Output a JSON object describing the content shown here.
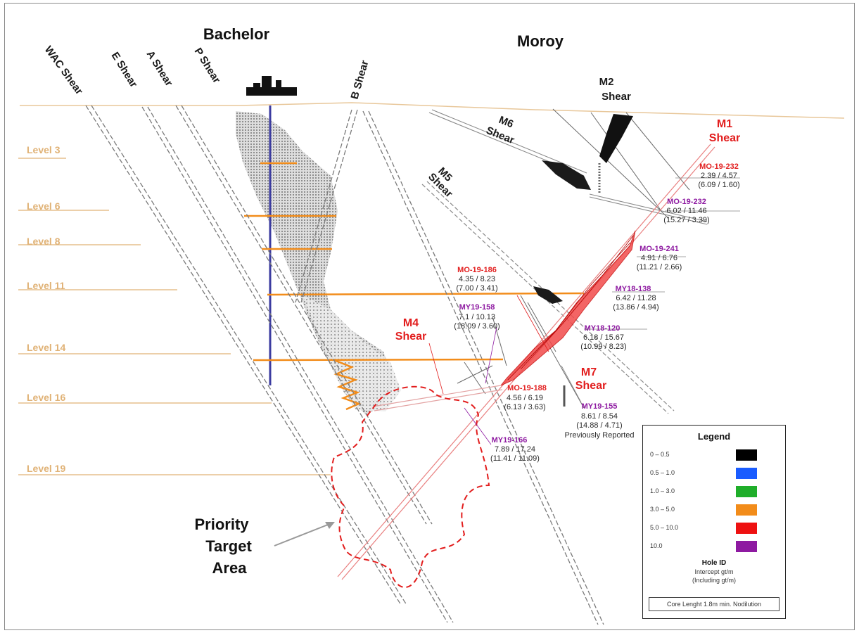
{
  "titles": {
    "bachelor": "Bachelor",
    "moroy": "Moroy"
  },
  "levels": [
    "Level 3",
    "Level 6",
    "Level 8",
    "Level 11",
    "Level 14",
    "Level 16",
    "Level 19"
  ],
  "shears_left": [
    "WAC Shear",
    "E Shear",
    "A Shear",
    "P Shear",
    "B Shear"
  ],
  "shears_right": {
    "m2": [
      "M2",
      "Shear"
    ],
    "m6": [
      "M6",
      "Shear"
    ],
    "m5": [
      "M5",
      "Shear"
    ],
    "m1": [
      "M1",
      "Shear"
    ],
    "m4": [
      "M4",
      "Shear"
    ],
    "m7": [
      "M7",
      "Shear"
    ]
  },
  "holes": [
    {
      "id": "MO-19-232",
      "color": "red",
      "lines": [
        "2.39 / 4.57",
        "(6.09 / 1.60)"
      ]
    },
    {
      "id": "MO-19-232",
      "color": "purple",
      "lines": [
        "6.02 / 11.46",
        "(15.27 / 3.39)"
      ]
    },
    {
      "id": "MO-19-241",
      "color": "purple",
      "lines": [
        "4.91 / 6.76",
        "(11.21 / 2.66)"
      ]
    },
    {
      "id": "MO-19-186",
      "color": "red",
      "lines": [
        "4.35 / 8.23",
        "(7.00 / 3.41)"
      ]
    },
    {
      "id": "MY18-138",
      "color": "purple",
      "lines": [
        "6.42 / 11.28",
        "(13.86 / 4.94)"
      ]
    },
    {
      "id": "MY19-158",
      "color": "purple",
      "lines": [
        "7.1 / 10.13",
        "(18.09 / 3.60)"
      ]
    },
    {
      "id": "MY18-120",
      "color": "purple",
      "lines": [
        "6.18 / 15.67",
        "(10.99 / 8.23)"
      ]
    },
    {
      "id": "MO-19-188",
      "color": "red",
      "lines": [
        "4.56 / 6.19",
        "(6.13 / 3.63)"
      ]
    },
    {
      "id": "MY19-155",
      "color": "purple",
      "lines": [
        "8.61 / 8.54",
        "(14.88 / 4.71)",
        "Previously Reported"
      ]
    },
    {
      "id": "MY19-166",
      "color": "purple",
      "lines": [
        "7.89 / 17.24",
        "(11.41 / 11.09)"
      ]
    }
  ],
  "target": [
    "Priority",
    "Target",
    "Area"
  ],
  "legend": {
    "title": "Legend",
    "rows": [
      {
        "label": "0 – 0.5",
        "color": "#000000"
      },
      {
        "label": "0.5 – 1.0",
        "color": "#1a5cff"
      },
      {
        "label": "1.0 – 3.0",
        "color": "#1fae2a"
      },
      {
        "label": "3.0 – 5.0",
        "color": "#f28c1a"
      },
      {
        "label": "5.0 – 10.0",
        "color": "#ee1111"
      },
      {
        "label": "10.0",
        "color": "#8e1aa1"
      }
    ],
    "key_title": "Hole ID",
    "key_line1": "Intercept gt/m",
    "key_line2": "(Including gt/m)",
    "core_note": "Core Lenght 1.8m min. Nodilution"
  },
  "colors": {
    "level": "#e0b276",
    "red": "#e21d1d",
    "purple": "#8e1aa1",
    "drift": "#f28c1a"
  }
}
